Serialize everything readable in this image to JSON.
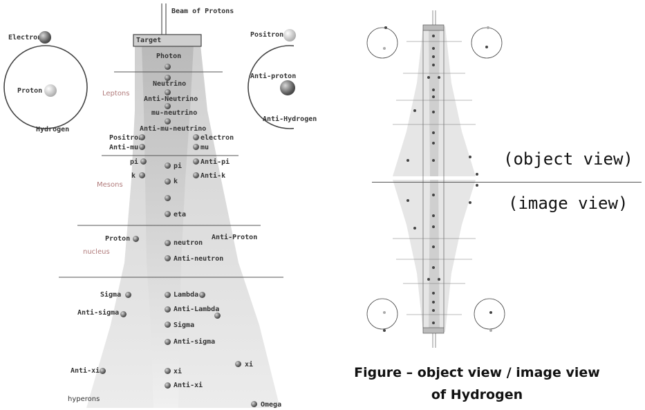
{
  "left_diagram": {
    "beam": "Beam of Protons",
    "target": "Target",
    "hydrogen": {
      "electron": "Electron",
      "proton": "Proton",
      "label": "Hydrogen"
    },
    "anti_hydrogen": {
      "positron": "Positron",
      "anti_proton": "Anti-proton",
      "label": "Anti-Hydrogen"
    },
    "regions": [
      "Leptons",
      "Mesons",
      "nucleus",
      "hyperons"
    ],
    "particles": {
      "photon": "Photon",
      "neutrino": "Neutrino",
      "anti_neutrino": "Anti-Neutrino",
      "mu_neutrino": "mu-neutrino",
      "anti_mu_neutrino": "Anti-mu-neutrino",
      "positron": "Positron",
      "electron": "electron",
      "anti_mu": "Anti-mu",
      "mu": "mu",
      "pi_left": "pi",
      "pi_center": "pi",
      "anti_pi": "Anti-pi",
      "k_left": "k",
      "k_center": "k",
      "anti_k": "Anti-k",
      "eta": "eta",
      "proton": "Proton",
      "neutron": "neutron",
      "anti_proton": "Anti-Proton",
      "anti_neutron": "Anti-neutron",
      "sigma_left": "Sigma",
      "lambda": "Lambda",
      "anti_sigma_left": "Anti-sigma",
      "anti_lambda": "Anti-Lambda",
      "sigma_center": "Sigma",
      "anti_sigma_center": "Anti-sigma",
      "anti_xi_left": "Anti-xi",
      "xi_center": "xi",
      "xi_right": "xi",
      "anti_xi_center": "Anti-xi",
      "omega": "Omega"
    }
  },
  "right_labels": {
    "object_view": "(object view)",
    "image_view": "(image view)"
  },
  "caption": {
    "line1": "Figure – object view / image view",
    "line2": "of Hydrogen"
  }
}
